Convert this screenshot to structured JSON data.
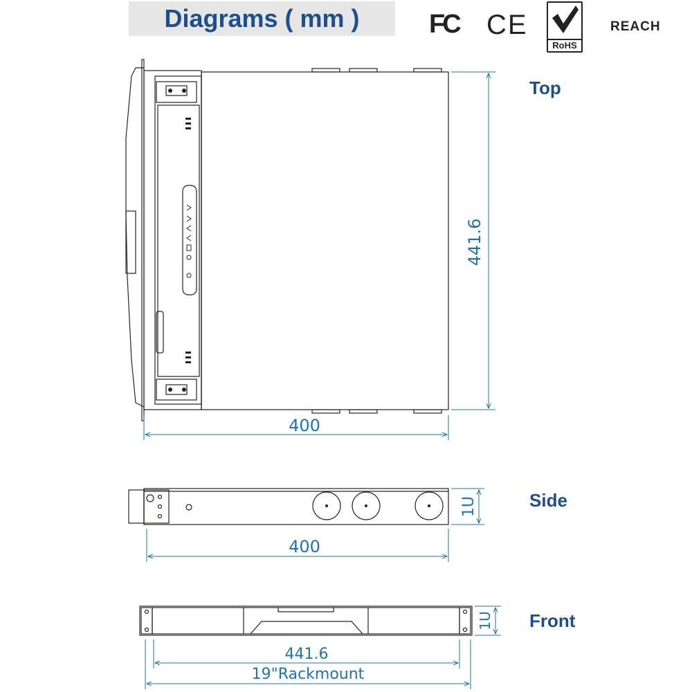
{
  "header": {
    "title": "Diagrams ( mm )"
  },
  "certifications": {
    "fc": "FC",
    "ce": "CE",
    "rohs": "RoHS",
    "reach": "REACH"
  },
  "views": {
    "top": {
      "label": "Top",
      "width_dim": "400",
      "depth_dim": "441.6"
    },
    "side": {
      "label": "Side",
      "width_dim": "400",
      "height_dim": "1U"
    },
    "front": {
      "label": "Front",
      "width_dim": "441.6",
      "height_dim": "1U",
      "rack_dim": "19\"Rackmount"
    }
  },
  "colors": {
    "title": "#1f4e8c",
    "dimension": "#1b73b8",
    "line": "#222222",
    "title_bar": "#e6e6e6"
  },
  "icons": [
    "fc-logo-icon",
    "ce-logo-icon",
    "rohs-checkmark-icon",
    "reach-logo-icon"
  ]
}
